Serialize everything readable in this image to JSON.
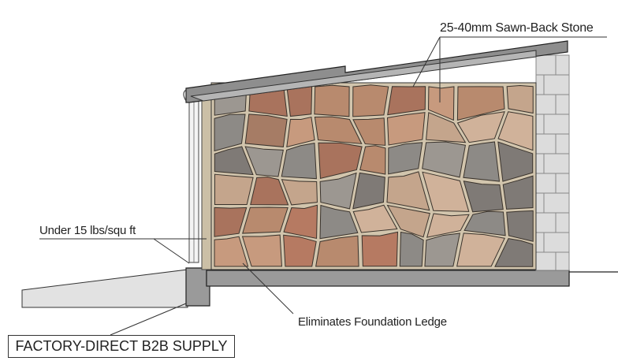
{
  "labels": {
    "stone": "25-40mm Sawn-Back Stone",
    "weight": "Under 15 lbs/squ ft",
    "ledge": "Eliminates Foundation Ledge",
    "supply": "FACTORY-DIRECT B2B SUPPLY"
  },
  "colors": {
    "stone_palette": [
      "#b88a6e",
      "#c79a7e",
      "#a67c65",
      "#8d8a86",
      "#c4a58c",
      "#b67a62",
      "#9c9791",
      "#d0b29a",
      "#a9735d",
      "#7f7a76"
    ],
    "concrete": "#9a9a9a",
    "block": "#dcdcdc",
    "mortar": "#d2c5ad"
  }
}
